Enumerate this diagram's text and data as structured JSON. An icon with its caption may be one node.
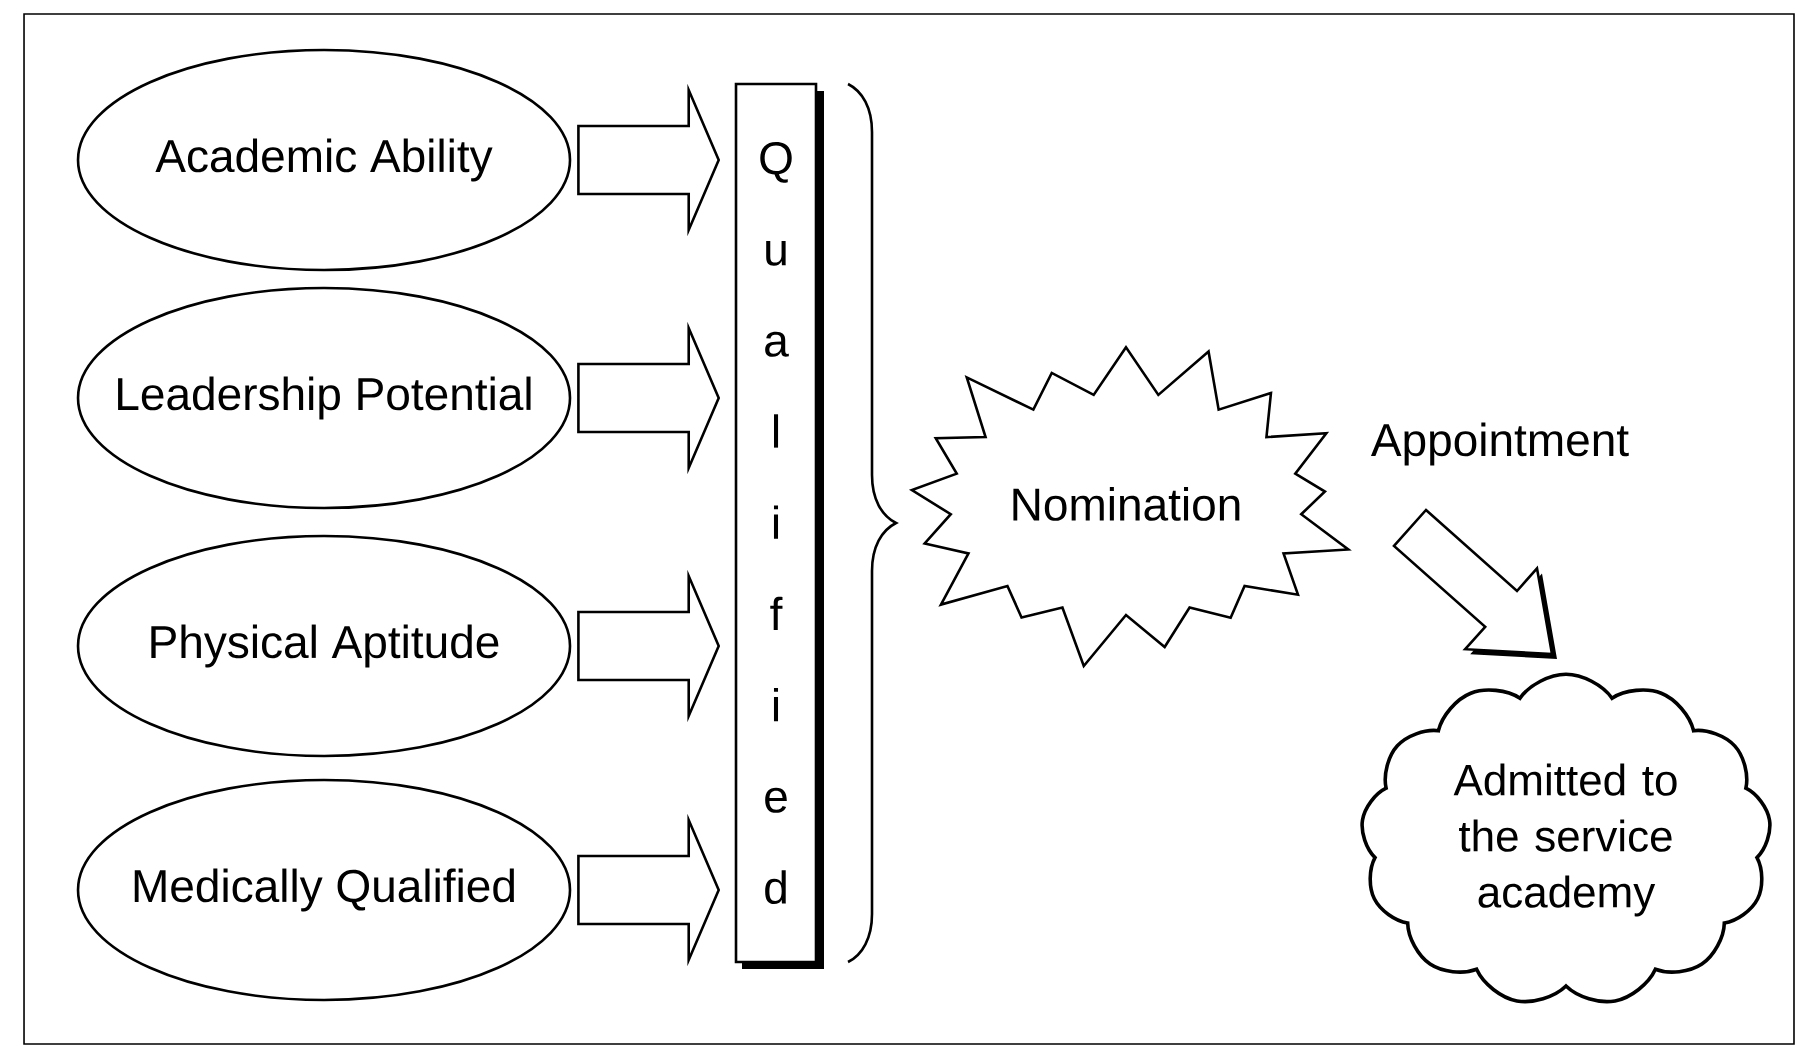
{
  "diagram": {
    "nodes": [
      {
        "text": [
          "Academic Ability"
        ]
      },
      {
        "text": [
          "Leadership Potential"
        ]
      },
      {
        "text": [
          "Physical Aptitude"
        ]
      },
      {
        "text": [
          "Medically Qualified"
        ]
      },
      {
        "text": [
          "Qualified"
        ]
      },
      {
        "text": [
          "Nomination"
        ]
      },
      {
        "text": [
          "Admitted to the service academy"
        ]
      }
    ],
    "edges": [
      {
        "from": 0,
        "to": 4,
        "arrow": "to"
      },
      {
        "from": 1,
        "to": 4,
        "arrow": "to"
      },
      {
        "from": 2,
        "to": 4,
        "arrow": "to"
      },
      {
        "from": 3,
        "to": 4,
        "arrow": "to"
      },
      {
        "from": 5,
        "to": 6,
        "arrow": "to",
        "label": "Appointment"
      }
    ]
  }
}
